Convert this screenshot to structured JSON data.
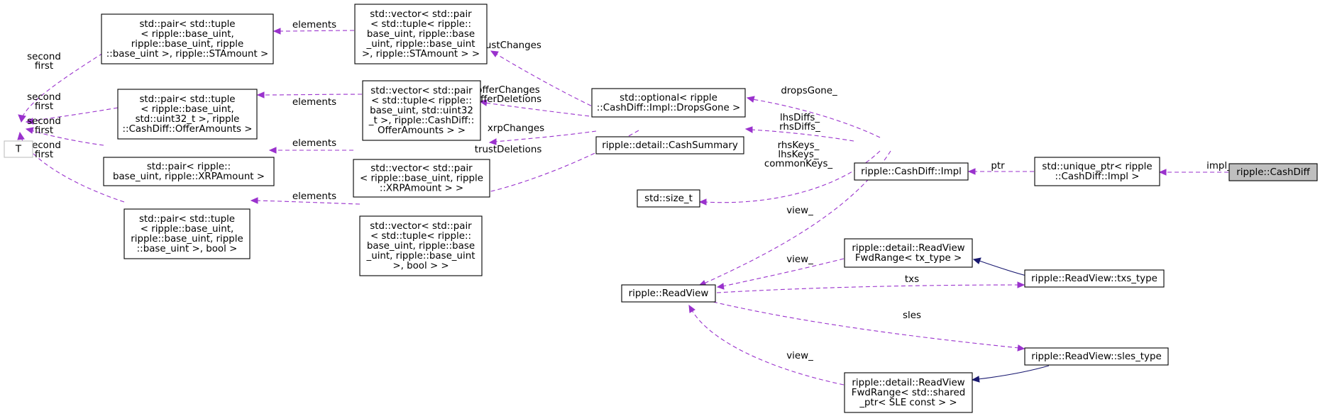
{
  "nodes": {
    "T": [
      "T"
    ],
    "pair_tuple_stamount": [
      "std::pair< std::tuple",
      "< ripple::base_uint,",
      " ripple::base_uint, ripple",
      "::base_uint >, ripple::STAmount >"
    ],
    "vec_pair_stamount": [
      "std::vector< std::pair",
      "< std::tuple< ripple::",
      "base_uint, ripple::base",
      "_uint, ripple::base_uint",
      " >, ripple::STAmount > >"
    ],
    "pair_tuple_offer": [
      "std::pair< std::tuple",
      "< ripple::base_uint,",
      " std::uint32_t >, ripple",
      "::CashDiff::OfferAmounts >"
    ],
    "vec_pair_offer": [
      "std::vector< std::pair",
      "< std::tuple< ripple::",
      "base_uint, std::uint32",
      "_t >, ripple::CashDiff::",
      "OfferAmounts > >"
    ],
    "pair_xrp": [
      "std::pair< ripple::",
      "base_uint, ripple::XRPAmount >"
    ],
    "vec_pair_xrp": [
      "std::vector< std::pair",
      "< ripple::base_uint, ripple",
      "::XRPAmount > >"
    ],
    "pair_tuple_bool": [
      "std::pair< std::tuple",
      "< ripple::base_uint,",
      " ripple::base_uint, ripple",
      "::base_uint >, bool >"
    ],
    "vec_pair_bool": [
      "std::vector< std::pair",
      "< std::tuple< ripple::",
      "base_uint, ripple::base",
      "_uint, ripple::base_uint",
      " >, bool > >"
    ],
    "optional_dropsgone": [
      "std::optional< ripple",
      "::CashDiff::Impl::DropsGone >"
    ],
    "cash_summary": [
      "ripple::detail::CashSummary"
    ],
    "size_t": [
      "std::size_t"
    ],
    "cashdiff_impl": [
      "ripple::CashDiff::Impl"
    ],
    "unique_ptr": [
      "std::unique_ptr< ripple",
      "::CashDiff::Impl >"
    ],
    "cashdiff": [
      "ripple::CashDiff"
    ],
    "readview_fwd_tx": [
      "ripple::detail::ReadView",
      "FwdRange< tx_type >"
    ],
    "readview": [
      "ripple::ReadView"
    ],
    "txs_type": [
      "ripple::ReadView::txs_type"
    ],
    "sles_type": [
      "ripple::ReadView::sles_type"
    ],
    "readview_fwd_sle": [
      "ripple::detail::ReadView",
      "FwdRange< std::shared",
      "_ptr< SLE const > >"
    ]
  },
  "edges": {
    "pair_stamount_to_T": [
      "second",
      "first"
    ],
    "pair_offer_to_T": [
      "second",
      "first"
    ],
    "pair_xrp_to_T": [
      "second",
      "first"
    ],
    "pair_bool_to_T": [
      "second",
      "first"
    ],
    "vec_stamount_to_pair": [
      "elements"
    ],
    "vec_offer_to_pair": [
      "elements"
    ],
    "vec_xrp_to_pair": [
      "elements"
    ],
    "vec_bool_to_pair": [
      "elements"
    ],
    "summary_to_vec_stamount": [
      "trustChanges"
    ],
    "summary_to_vec_offer": [
      "offerChanges",
      "offerDeletions"
    ],
    "summary_to_vec_xrp": [
      "xrpChanges"
    ],
    "summary_to_vec_bool": [
      "trustDeletions"
    ],
    "impl_to_optional": [
      "dropsGone_"
    ],
    "impl_to_summary": [
      "lhsDiffs_",
      "rhsDiffs_"
    ],
    "impl_to_size_t": [
      "rhsKeys_",
      "lhsKeys_",
      "commonKeys_"
    ],
    "impl_to_readview": [
      "view_"
    ],
    "unique_ptr_to_impl": [
      "ptr"
    ],
    "cashdiff_to_unique_ptr": [
      "impl_"
    ],
    "fwd_tx_to_readview": [
      "view_"
    ],
    "fwd_sle_to_readview": [
      "view_"
    ],
    "readview_to_txs": [
      "txs"
    ],
    "readview_to_sles": [
      "sles"
    ]
  }
}
